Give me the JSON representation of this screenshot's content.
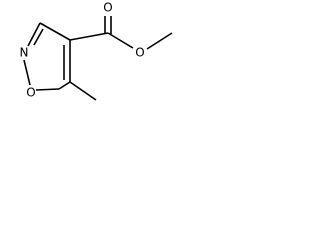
{
  "molecule": {
    "atoms": {
      "ring_nitrogen": "N",
      "ring_oxygen": "O",
      "carbonyl_oxygen": "O",
      "ester_oxygen": "O"
    },
    "colors": {
      "bond": "#000000",
      "text": "#000000",
      "background": "#ffffff"
    }
  }
}
